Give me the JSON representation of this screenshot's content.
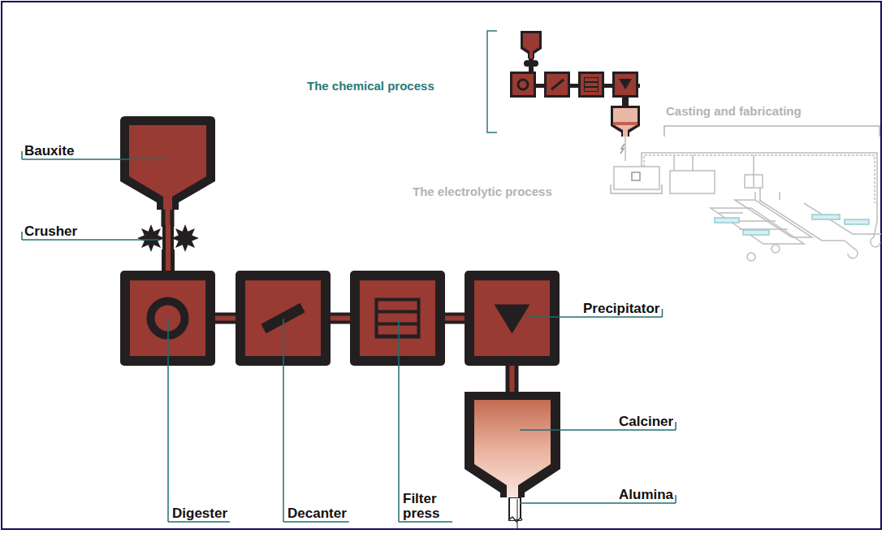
{
  "diagram": {
    "nodes": [
      {
        "text": [
          "Bauxite"
        ]
      },
      {
        "text": [
          "Crusher"
        ]
      },
      {
        "text": [
          "Digester"
        ]
      },
      {
        "text": [
          "Decanter"
        ]
      },
      {
        "text": [
          "Filter press"
        ]
      },
      {
        "text": [
          "Precipitator"
        ]
      },
      {
        "text": [
          "Calciner"
        ]
      }
    ],
    "edges": [
      {
        "from": 0,
        "to": 1,
        "arrow": "none"
      },
      {
        "from": 1,
        "to": 2,
        "arrow": "none"
      },
      {
        "from": 2,
        "to": 3,
        "arrow": "none"
      },
      {
        "from": 3,
        "to": 4,
        "arrow": "none"
      },
      {
        "from": 4,
        "to": 5,
        "arrow": "none"
      },
      {
        "from": 5,
        "to": 6,
        "arrow": "none"
      }
    ],
    "labels": [
      "The chemical process",
      "Casting and fabricating",
      "The electrolytic process",
      "Alumina"
    ]
  }
}
